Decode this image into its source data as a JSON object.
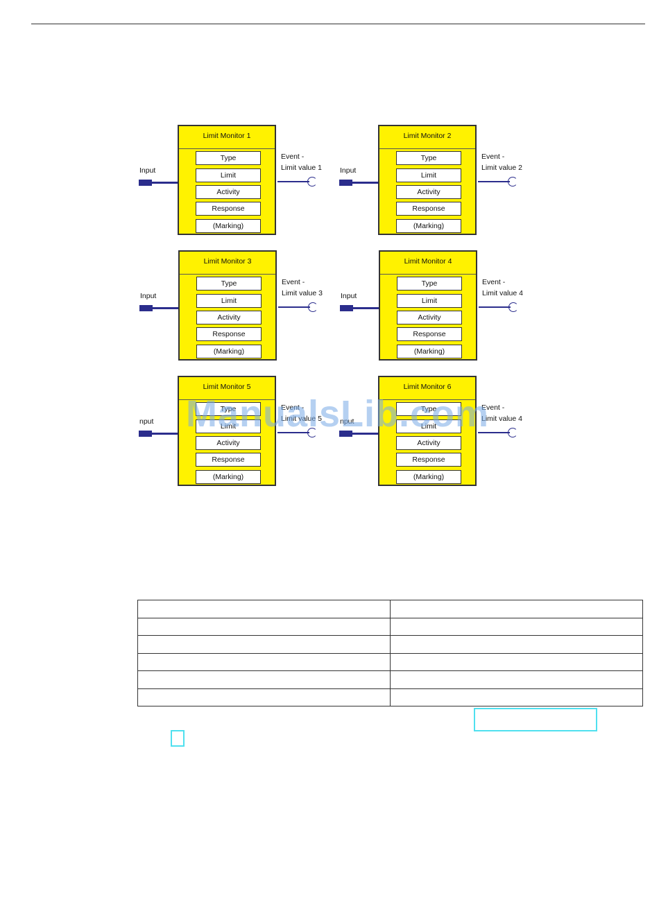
{
  "monitors": [
    {
      "title": "Limit Monitor 1",
      "input_label": "Input",
      "event_line1": "Event -",
      "event_line2": "Limit value 1",
      "fields": [
        "Type",
        "Limit",
        "Activity",
        "Response",
        "(Marking)"
      ]
    },
    {
      "title": "Limit Monitor 2",
      "input_label": "Input",
      "event_line1": "Event -",
      "event_line2": "Limit value 2",
      "fields": [
        "Type",
        "Limit",
        "Activity",
        "Response",
        "(Marking)"
      ]
    },
    {
      "title": "Limit Monitor 3",
      "input_label": "Input",
      "event_line1": "Event -",
      "event_line2": "Limit value 3",
      "fields": [
        "Type",
        "Limit",
        "Activity",
        "Response",
        "(Marking)"
      ]
    },
    {
      "title": "Limit Monitor 4",
      "input_label": "Input",
      "event_line1": "Event -",
      "event_line2": "Limit value 4",
      "fields": [
        "Type",
        "Limit",
        "Activity",
        "Response",
        "(Marking)"
      ]
    },
    {
      "title": "Limit Monitor 5",
      "input_label": "nput",
      "event_line1": "Event -",
      "event_line2": "Limit value 5",
      "fields": [
        "Type",
        "Limit",
        "Activity",
        "Response",
        "(Marking)"
      ]
    },
    {
      "title": "Limit Monitor 6",
      "input_label": "nput",
      "event_line1": "Event -",
      "event_line2": "Limit value 4",
      "fields": [
        "Type",
        "Limit",
        "Activity",
        "Response",
        "(Marking)"
      ]
    }
  ],
  "watermark": "ManualsLib.com",
  "table": {
    "rows": [
      [
        "",
        ""
      ],
      [
        "",
        ""
      ],
      [
        "",
        ""
      ],
      [
        "",
        ""
      ],
      [
        "",
        ""
      ],
      [
        "",
        ""
      ]
    ]
  }
}
